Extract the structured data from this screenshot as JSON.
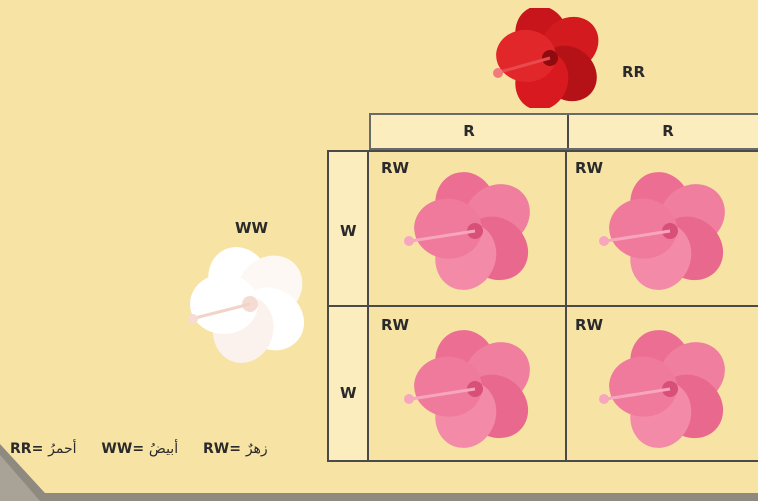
{
  "parents": {
    "male": {
      "genotype": "RR",
      "color": "#d8191f"
    },
    "female": {
      "genotype": "WW",
      "color": "#ffffff"
    }
  },
  "punnett": {
    "column_headers": [
      "R",
      "R"
    ],
    "row_headers": [
      "W",
      "W"
    ],
    "cells": [
      [
        {
          "genotype": "RW",
          "color": "#ef7a9c"
        },
        {
          "genotype": "RW",
          "color": "#ef7a9c"
        }
      ],
      [
        {
          "genotype": "RW",
          "color": "#ef7a9c"
        },
        {
          "genotype": "RW",
          "color": "#ef7a9c"
        }
      ]
    ]
  },
  "legend": {
    "items": [
      {
        "key": "RR",
        "sep": "=",
        "meaning": "أحمرُ"
      },
      {
        "key": "WW",
        "sep": "=",
        "meaning": "أبيضُ"
      },
      {
        "key": "RW",
        "sep": "=",
        "meaning": "زهرٌ"
      }
    ]
  },
  "colors": {
    "background": "#f7e4a5",
    "grid_line": "#4a4a4a",
    "header_fill": "#fbedbe"
  }
}
